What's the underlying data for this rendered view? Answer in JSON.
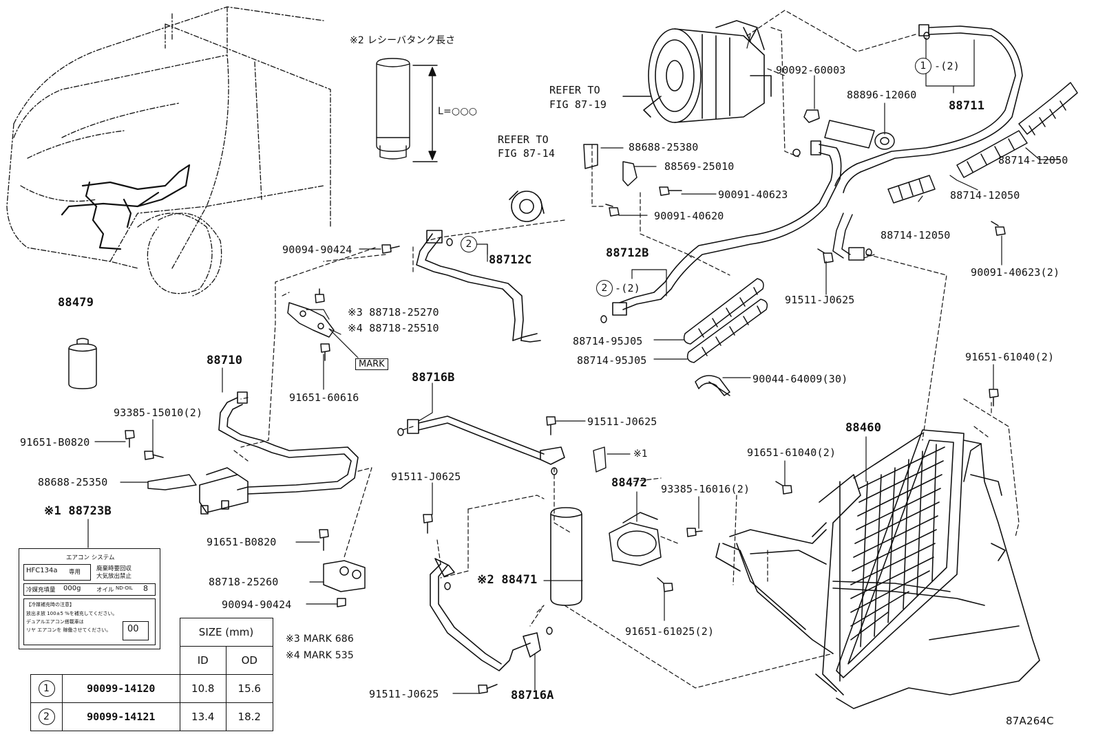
{
  "colors": {
    "ink": "#111111",
    "background": "#ffffff"
  },
  "callouts": {
    "c_88711": "88711",
    "c_circle1_2": "-(2)",
    "c_90092": "90092-60003",
    "c_88896": "88896-12060",
    "c_88688_25380": "88688-25380",
    "c_88569": "88569-25010",
    "c_90091_40623a": "90091-40623",
    "c_90091_40620": "90091-40620",
    "c_88714_12050a": "88714-12050",
    "c_88714_12050b": "88714-12050",
    "c_88714_12050c": "88714-12050",
    "c_90091_40623b": "90091-40623(2)",
    "c_91511_a": "91511-J0625",
    "c_refer87_19": "REFER TO",
    "c_refer87_19b": "FIG 87-19",
    "c_refer87_14": "REFER TO",
    "c_refer87_14b": "FIG 87-14",
    "c_receiver_len": "※2 レシーバタンク長さ",
    "c_l_eq": "L=○○○",
    "c_90094_a": "90094-90424",
    "c_88712C": "88712C",
    "c_88712B": "88712B",
    "c_circle2_2": "-(2)",
    "c_88479": "88479",
    "c_88718_25270": "※3 88718-25270",
    "c_88718_25510": "※4 88718-25510",
    "c_mark": "MARK",
    "c_91651_60616": "91651-60616",
    "c_88714_95J05a": "88714-95J05",
    "c_88714_95J05b": "88714-95J05",
    "c_90044": "90044-64009(30)",
    "c_91651_61040a": "91651-61040(2)",
    "c_88710": "88710",
    "c_93385_15010": "93385-15010(2)",
    "c_91651_B0820a": "91651-B0820",
    "c_88716B": "88716B",
    "c_91511_b": "91511-J0625",
    "c_note1": "※1",
    "c_88460": "88460",
    "c_91651_61040b": "91651-61040(2)",
    "c_88688_25350": "88688-25350",
    "c_88723B": "※1 88723B",
    "c_91511_c": "91511-J0625",
    "c_88472": "88472",
    "c_93385_16016": "93385-16016(2)",
    "c_91651_B0820b": "91651-B0820",
    "c_88718_25260": "88718-25260",
    "c_90094_b": "90094-90424",
    "c_88471": "※2 88471",
    "c_91651_61025": "91651-61025(2)",
    "c_91511_d": "91511-J0625",
    "c_88716A": "88716A",
    "c_note3": "※3 MARK 686",
    "c_note4": "※4 MARK 535",
    "c_figcode": "87A264C",
    "circle_1": "1",
    "circle_2": "2"
  },
  "label_card": {
    "title": "エアコン システム",
    "refrigerant": "HFC134a",
    "dedicated": "専用",
    "warn1": "廃棄時要回収",
    "warn2": "大気放出禁止",
    "charge_label": "冷媒充填量",
    "charge_val": "000g",
    "oil_label": "オイル",
    "oil_name": "ND-OIL",
    "oil_no": "8",
    "note_head": "【冷媒補充時の注意】",
    "note1": "放出ま放 100±5 %を補充してください。",
    "note2": "デュアルエアコン搭載車は",
    "note3": "リヤ エアコンを 稼働させてください。",
    "box": "00"
  },
  "size_table": {
    "header": "SIZE (mm)",
    "col_id": "ID",
    "col_od": "OD",
    "rows": [
      {
        "mark": "1",
        "part": "90099-14120",
        "id": "10.8",
        "od": "15.6"
      },
      {
        "mark": "2",
        "part": "90099-14121",
        "id": "13.4",
        "od": "18.2"
      }
    ]
  }
}
